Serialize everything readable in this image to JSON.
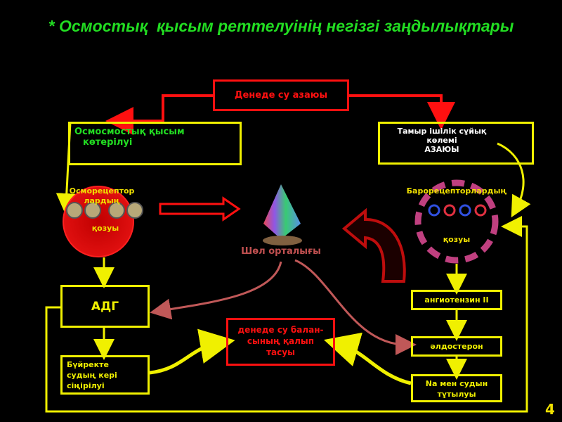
{
  "title": "* Осмостық  қысым реттелуінің негізгі заңдылықтары",
  "boxes": {
    "water_loss": "Денеде су азаюы",
    "osmotic_rise_line1": "Осмосмостық қысым",
    "osmotic_rise_line2": "көтерілуі",
    "volume_line1": "Тамыр ішілік сұйық",
    "volume_line2": "көлемі",
    "volume_line3": "АЗАЮЫ",
    "adh": "АДГ",
    "kidney_line1": "Бүйректе",
    "kidney_line2": "судың кері",
    "kidney_line3": "сіңірілуі",
    "balance_line1": "денеде су балан-",
    "balance_line2": "сының қалып",
    "balance_line3": "тасуы",
    "angiotensin": "ангиотензин  II",
    "aldosterone": "әлдостерон",
    "sodium_line1": "Na мен судын",
    "sodium_line2": "тұтылуы"
  },
  "labels": {
    "osmo_line1": "Осморецептор",
    "osmo_line2": "лардың",
    "osmo_line3": "қозуы",
    "baro_line1": "Барорецепторлардың",
    "baro_line2": "қозуы",
    "thirst_center": "Шөл орталығы"
  },
  "page_number": "4",
  "colors": {
    "yellow": "#f0f000",
    "red": "#ff1010",
    "green": "#22dd22",
    "thirst": "#c05050"
  }
}
